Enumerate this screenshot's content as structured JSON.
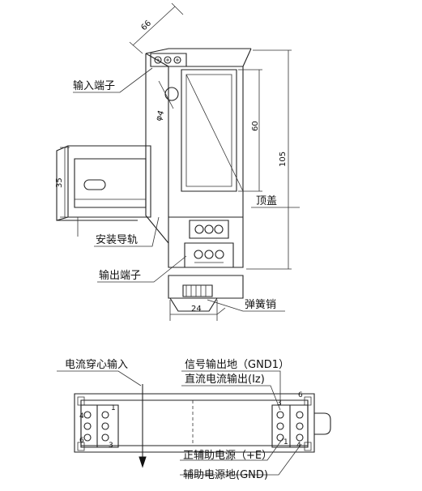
{
  "top": {
    "labels": {
      "input_terminal": "输入端子",
      "rail": "安装导轨",
      "output_terminal": "输出端子",
      "top_cover": "顶盖",
      "spring_pin": "弹簧销"
    },
    "dims": {
      "d66": "66",
      "d60": "60",
      "d105": "105",
      "d35": "35",
      "d24": "24",
      "phi4": "φ4"
    }
  },
  "bottom": {
    "labels": {
      "current_input": "电流穿心输入",
      "signal_gnd": "信号输出地（GND1）",
      "dc_out": "直流电流输出(Iz)",
      "pos_aux": "正辅助电源（+E）",
      "aux_gnd": "辅助电源地(GND)"
    },
    "pins": {
      "p1_left": "1",
      "p4_left": "4",
      "p6_left": "6",
      "p3_left": "3",
      "p3_right": "3",
      "p6_right": "6",
      "p1_right": "1",
      "p4_right": "4"
    }
  }
}
